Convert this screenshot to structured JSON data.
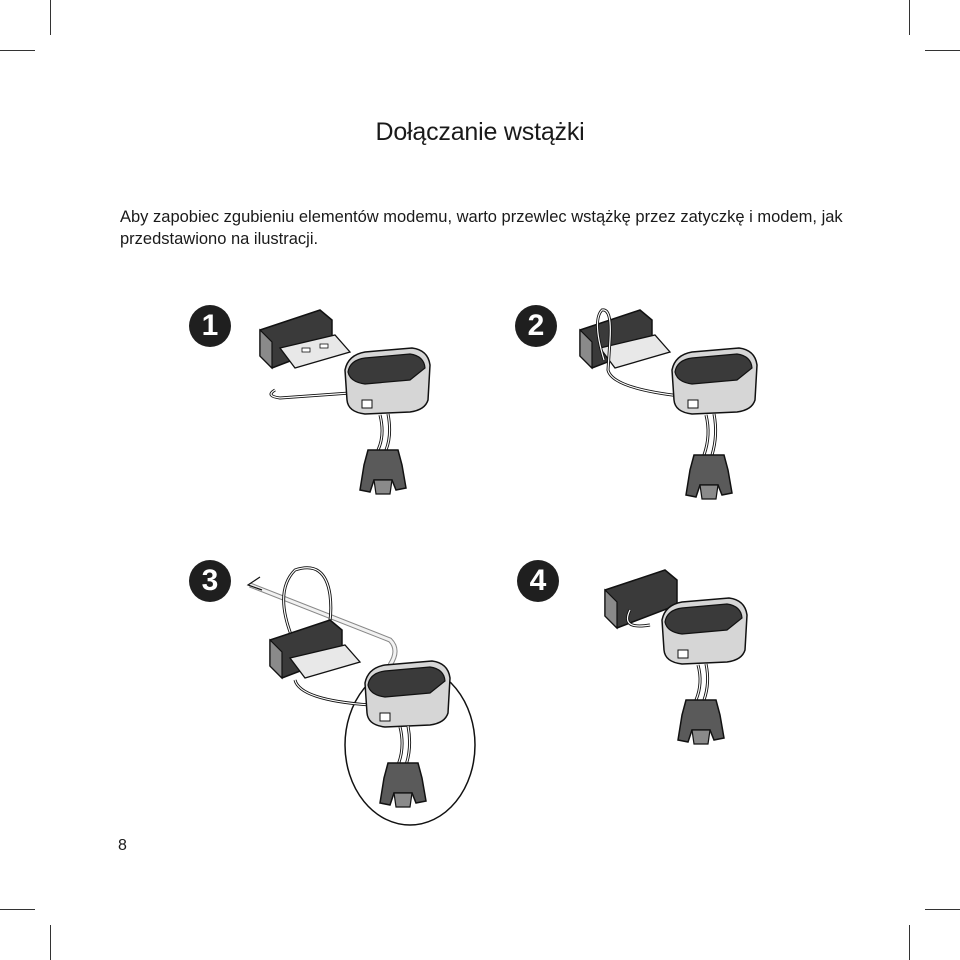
{
  "page": {
    "title": "Dołączanie wstążki",
    "intro": "Aby zapobiec zgubieniu elementów modemu, warto przewlec wstążkę przez zatyczkę i modem, jak przedstawiono na ilustracji.",
    "page_number": "8"
  },
  "steps": [
    {
      "number": "1"
    },
    {
      "number": "2"
    },
    {
      "number": "3"
    },
    {
      "number": "4"
    }
  ],
  "colors": {
    "ink": "#1a1a1a",
    "device_dark": "#3a3a3a",
    "device_mid": "#8a8a8a",
    "device_light": "#d6d6d6"
  }
}
